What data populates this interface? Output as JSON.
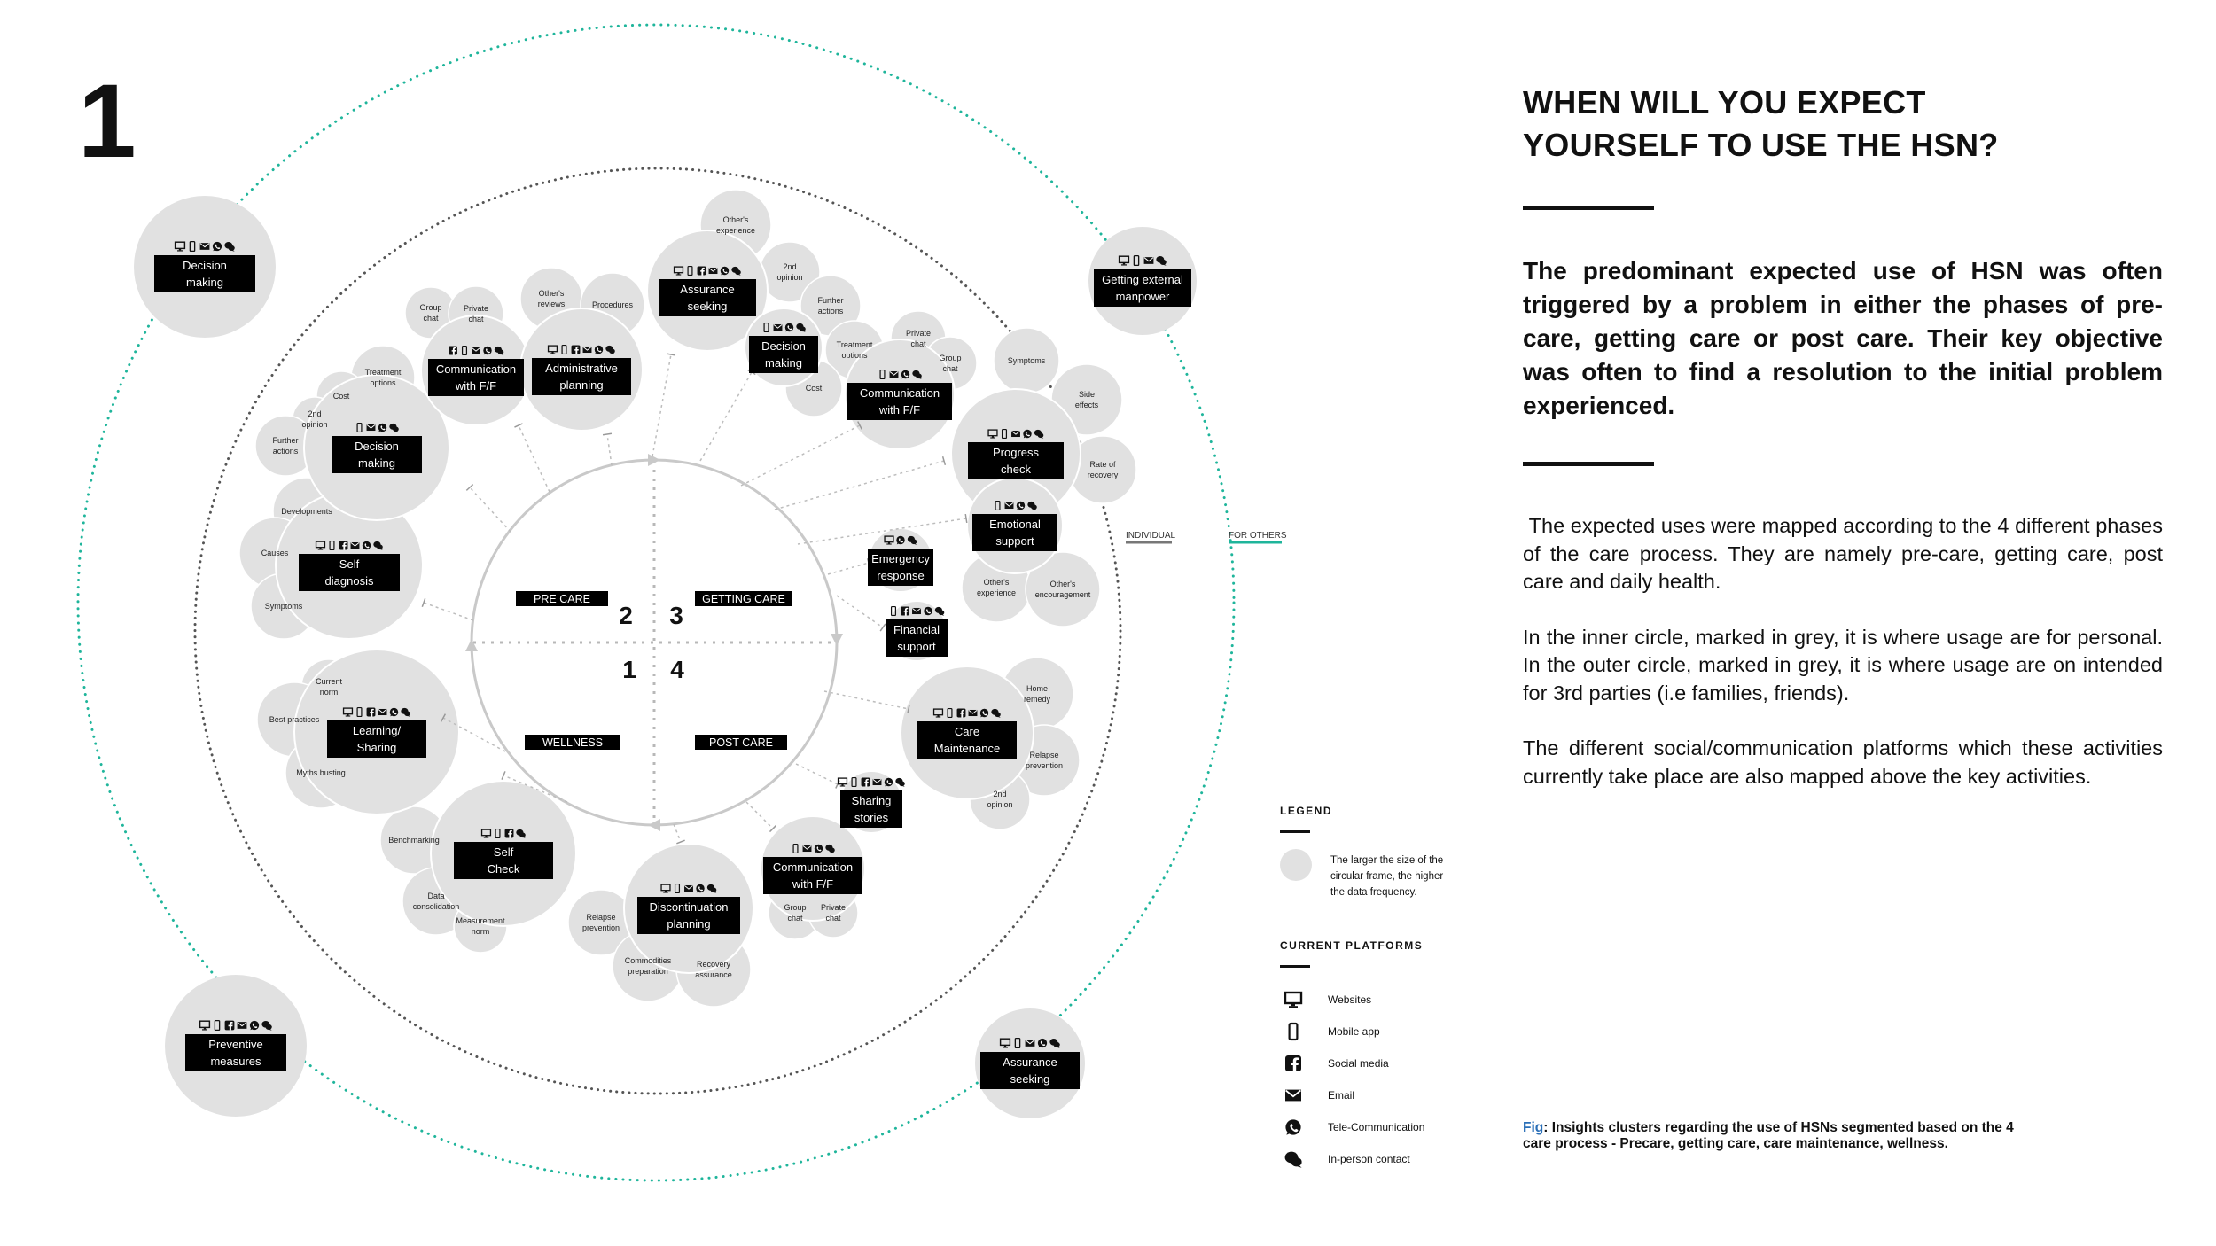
{
  "page_number": "1",
  "heading_lines": [
    "WHEN WILL YOU EXPECT",
    "YOURSELF TO USE THE HSN?"
  ],
  "lead": {
    "before": "The predominant expected use of HSN was often triggered by a ",
    "bold": "problem",
    "after": " in either the phases of pre-care, getting care or post care. Their key objective was often to find a resolution to the initial problem experienced."
  },
  "paragraphs": [
    " The expected uses were mapped according to the 4 different phases of the care process. They are namely pre-care, getting care, post care and daily health.",
    "In the inner circle, marked in grey, it is where usage are for personal. In the outer circle, marked in grey, it is where usage are on intended for 3rd parties (i.e families, friends).",
    "The different social/communication platforms which these activities currently take place are also mapped above the key activities."
  ],
  "caption": {
    "fig": "Fig",
    "text": ": Insights clusters regarding the use of HSNs segmented based on the 4 care process - Precare, getting care, care maintenance, wellness."
  },
  "colors": {
    "teal": "#1fb59b",
    "grey_circle": "#e1e1e1",
    "black_box": "#000000",
    "dark": "#111111"
  },
  "diagram": {
    "phases": [
      {
        "label": "PRE CARE",
        "number": "2"
      },
      {
        "label": "GETTING CARE",
        "number": "3"
      },
      {
        "label": "WELLNESS",
        "number": "1"
      },
      {
        "label": "POST CARE",
        "number": "4"
      }
    ],
    "ring_legend": [
      {
        "label": "INDIVIDUAL",
        "color": "#777777"
      },
      {
        "label": "FOR OTHERS",
        "color": "#1fb59b"
      }
    ],
    "outer_nodes": [
      {
        "label": "Decision\nmaking",
        "icons": [
          "monitor",
          "phone",
          "email",
          "whatsapp",
          "chat"
        ]
      },
      {
        "label": "Getting external\nmanpower",
        "icons": [
          "monitor",
          "phone",
          "email",
          "chat"
        ]
      },
      {
        "label": "Preventive\nmeasures",
        "icons": [
          "monitor",
          "phone",
          "facebook",
          "email",
          "whatsapp",
          "chat"
        ]
      },
      {
        "label": "Assurance\nseeking",
        "icons": [
          "monitor",
          "phone",
          "email",
          "whatsapp",
          "chat"
        ]
      }
    ],
    "key_nodes": [
      {
        "label": "Assurance\nseeking",
        "icons": [
          "monitor",
          "phone",
          "facebook",
          "email",
          "whatsapp",
          "chat"
        ]
      },
      {
        "label": "Decision\nmaking",
        "icons": [
          "phone",
          "email",
          "whatsapp",
          "chat"
        ]
      },
      {
        "label": "Communication\nwith F/F",
        "icons": [
          "phone",
          "email",
          "whatsapp",
          "chat"
        ]
      },
      {
        "label": "Progress\ncheck",
        "icons": [
          "monitor",
          "phone",
          "email",
          "whatsapp",
          "chat"
        ]
      },
      {
        "label": "Emotional\nsupport",
        "icons": [
          "phone",
          "email",
          "whatsapp",
          "chat"
        ]
      },
      {
        "label": "Emergency\nresponse",
        "icons": [
          "monitor",
          "whatsapp",
          "chat"
        ]
      },
      {
        "label": "Financial\nsupport",
        "icons": [
          "phone",
          "facebook",
          "email",
          "whatsapp",
          "chat"
        ]
      },
      {
        "label": "Care\nMaintenance",
        "icons": [
          "monitor",
          "phone",
          "facebook",
          "email",
          "whatsapp",
          "chat"
        ]
      },
      {
        "label": "Sharing\nstories",
        "icons": [
          "monitor",
          "phone",
          "facebook",
          "email",
          "whatsapp",
          "chat"
        ]
      },
      {
        "label": "Communication\nwith F/F",
        "icons": [
          "phone",
          "email",
          "whatsapp",
          "chat"
        ]
      },
      {
        "label": "Discontinuation\nplanning",
        "icons": [
          "monitor",
          "phone",
          "email",
          "whatsapp",
          "chat"
        ]
      },
      {
        "label": "Self\nCheck",
        "icons": [
          "monitor",
          "phone",
          "facebook",
          "chat"
        ]
      },
      {
        "label": "Learning/\nSharing",
        "icons": [
          "monitor",
          "phone",
          "facebook",
          "email",
          "whatsapp",
          "chat"
        ]
      },
      {
        "label": "Self\ndiagnosis",
        "icons": [
          "monitor",
          "phone",
          "facebook",
          "email",
          "whatsapp",
          "chat"
        ]
      },
      {
        "label": "Decision\nmaking",
        "icons": [
          "phone",
          "email",
          "whatsapp",
          "chat"
        ]
      },
      {
        "label": "Communication\nwith F/F",
        "icons": [
          "facebook",
          "phone",
          "email",
          "whatsapp",
          "chat"
        ]
      },
      {
        "label": "Administrative\nplanning",
        "icons": [
          "monitor",
          "phone",
          "facebook",
          "email",
          "whatsapp",
          "chat"
        ]
      }
    ],
    "sub_labels": [
      "Other's\nexperience",
      "2nd\nopinion",
      "Further\nactions",
      "Treatment\noptions",
      "Private\nchat",
      "Group\nchat",
      "Cost",
      "Symptoms",
      "Side\neffects",
      "Rate of\nrecovery",
      "Other's\nexperience",
      "Other's\nencouragement",
      "Home\nremedy",
      "Relapse\nprevention",
      "2nd\nopinion",
      "Group\nchat",
      "Private\nchat",
      "Relapse\nprevention",
      "Commodities\npreparation",
      "Recovery\nassurance",
      "Benchmarking",
      "Data\nconsolidation",
      "Measurement\nnorm",
      "Current\nnorm",
      "Best practices",
      "Myths busting",
      "Developments",
      "Causes",
      "Symptoms",
      "Treatment\noptions",
      "Cost",
      "2nd\nopinion",
      "Further\nactions",
      "Group\nchat",
      "Private\nchat",
      "Other's\nreviews",
      "Procedures"
    ]
  },
  "legend": {
    "title": "LEGEND",
    "size_note": "The larger the size of the circular frame, the higher the data frequency.",
    "platforms_title": "CURRENT PLATFORMS",
    "platforms": [
      {
        "icon": "monitor",
        "label": "Websites"
      },
      {
        "icon": "phone",
        "label": "Mobile app"
      },
      {
        "icon": "facebook",
        "label": "Social media"
      },
      {
        "icon": "email",
        "label": "Email"
      },
      {
        "icon": "whatsapp",
        "label": "Tele-Communication"
      },
      {
        "icon": "chat",
        "label": "In-person contact"
      }
    ]
  }
}
